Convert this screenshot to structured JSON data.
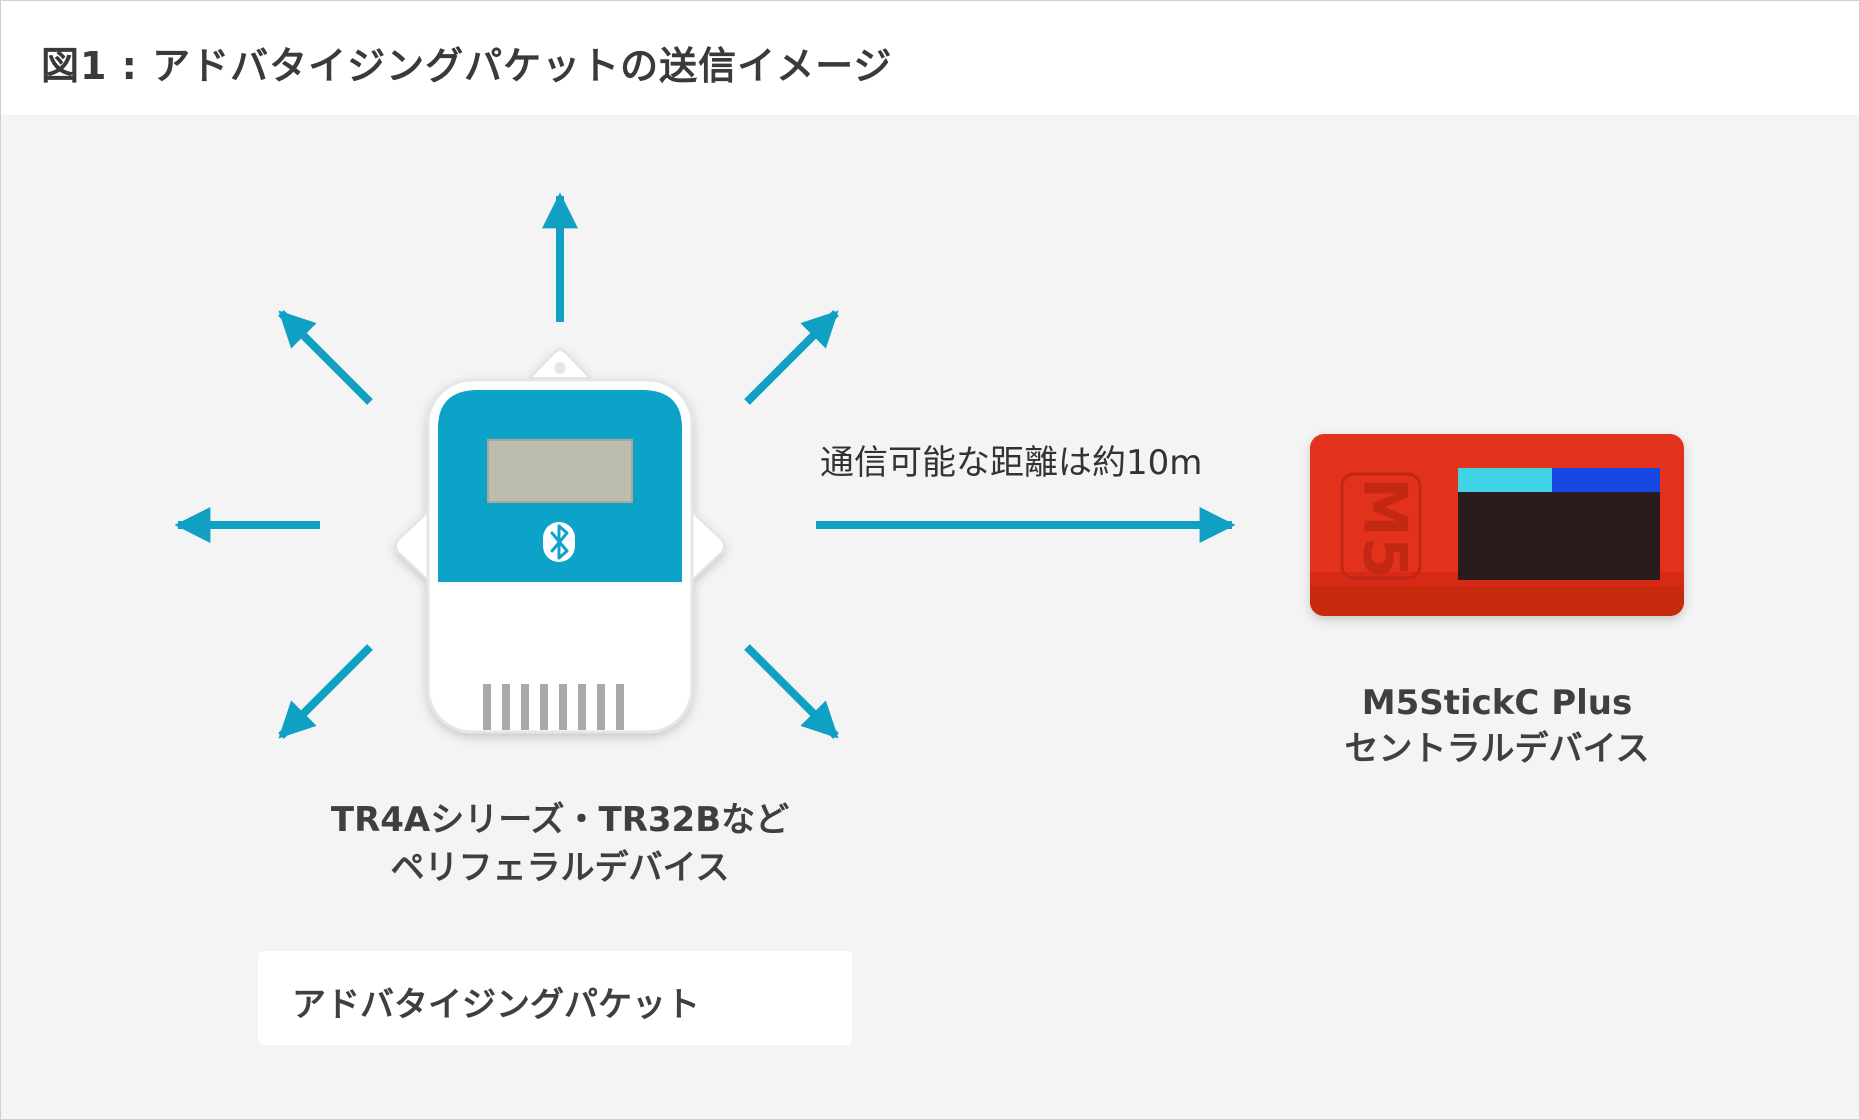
{
  "title": "図1 : アドバタイジングパケットの送信イメージ",
  "distance_label": "通信可能な距離は約10m",
  "peripheral": {
    "line1": "TR4Aシリーズ・TR32Bなど",
    "line2": "ペリフェラルデバイス"
  },
  "central": {
    "line1": "M5StickC Plus",
    "line2": "セントラルデバイス",
    "logo": "M5"
  },
  "legend": {
    "label": "アドバタイジングパケット"
  },
  "colors": {
    "accent": "#0fa0c4",
    "device_blue": "#10a2c8",
    "device_red": "#e2321c",
    "panel_bg": "#f4f4f4"
  },
  "icons": {
    "bluetooth": "bluetooth-icon",
    "arrow": "arrow-right-icon"
  }
}
